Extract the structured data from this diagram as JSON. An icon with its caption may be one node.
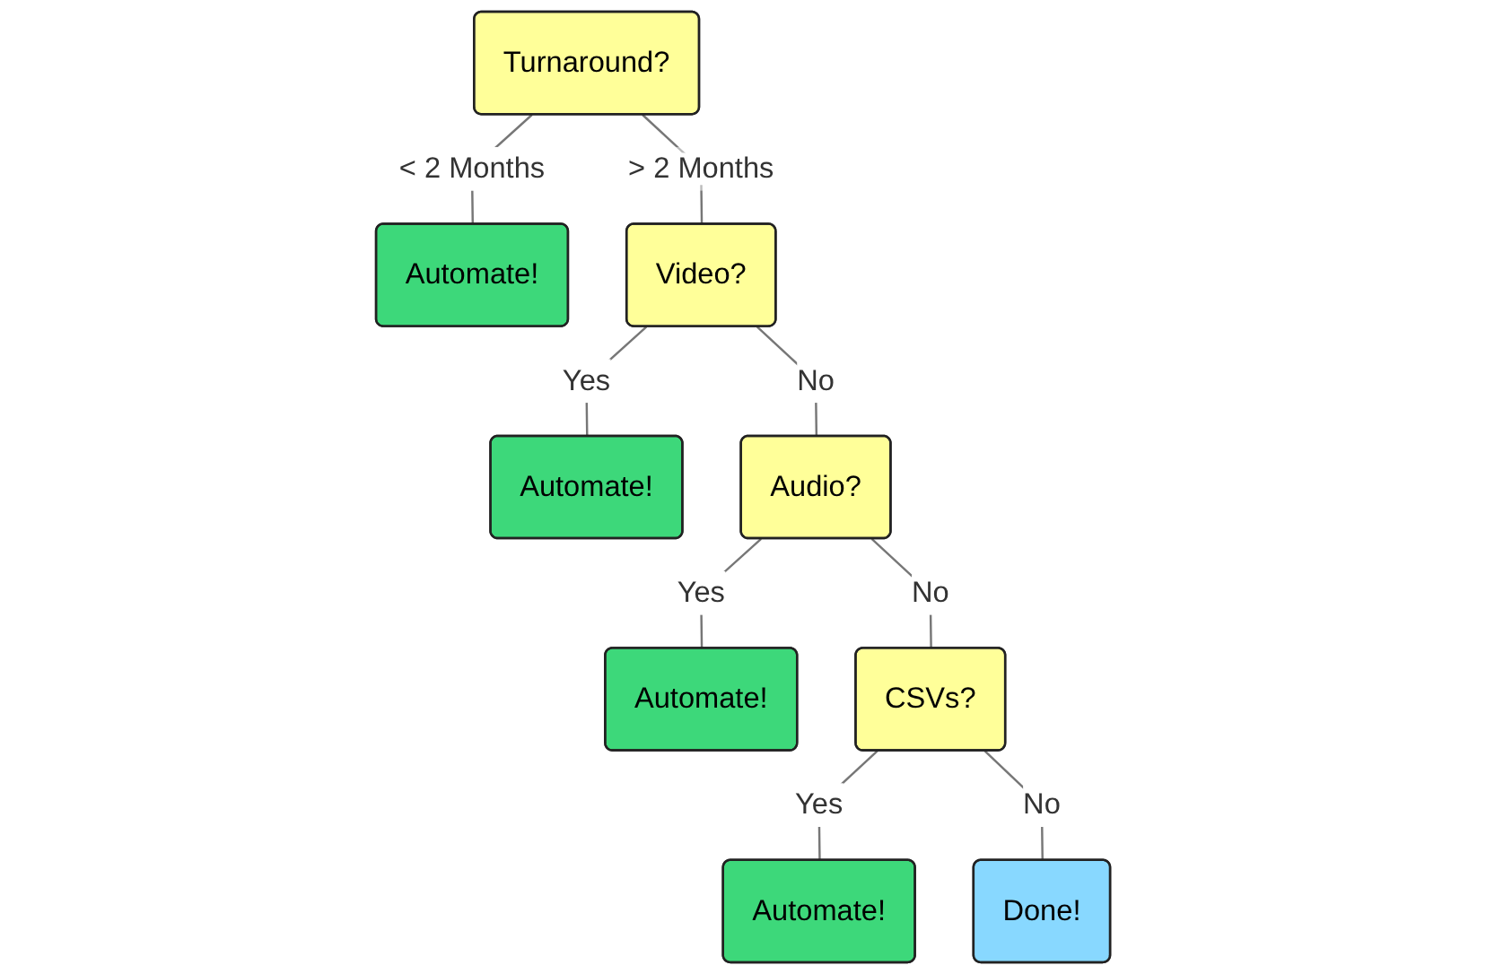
{
  "diagram": {
    "nodes": [
      {
        "text": [
          "Turnaround?"
        ]
      },
      {
        "text": [
          "Automate!"
        ]
      },
      {
        "text": [
          "Video?"
        ]
      },
      {
        "text": [
          "Automate!"
        ]
      },
      {
        "text": [
          "Audio?"
        ]
      },
      {
        "text": [
          "Automate!"
        ]
      },
      {
        "text": [
          "CSVs?"
        ]
      },
      {
        "text": [
          "Automate!"
        ]
      },
      {
        "text": [
          "Done!"
        ]
      }
    ],
    "edges": [
      {
        "from": 0,
        "to": 1,
        "arrow": "none",
        "label": "< 2 Months"
      },
      {
        "from": 0,
        "to": 2,
        "arrow": "none",
        "label": "> 2 Months"
      },
      {
        "from": 2,
        "to": 3,
        "arrow": "none",
        "label": "Yes"
      },
      {
        "from": 2,
        "to": 4,
        "arrow": "none",
        "label": "No"
      },
      {
        "from": 4,
        "to": 5,
        "arrow": "none",
        "label": "Yes"
      },
      {
        "from": 4,
        "to": 6,
        "arrow": "none",
        "label": "No"
      },
      {
        "from": 6,
        "to": 7,
        "arrow": "none",
        "label": "Yes"
      },
      {
        "from": 6,
        "to": 8,
        "arrow": "none",
        "label": "No"
      }
    ]
  }
}
